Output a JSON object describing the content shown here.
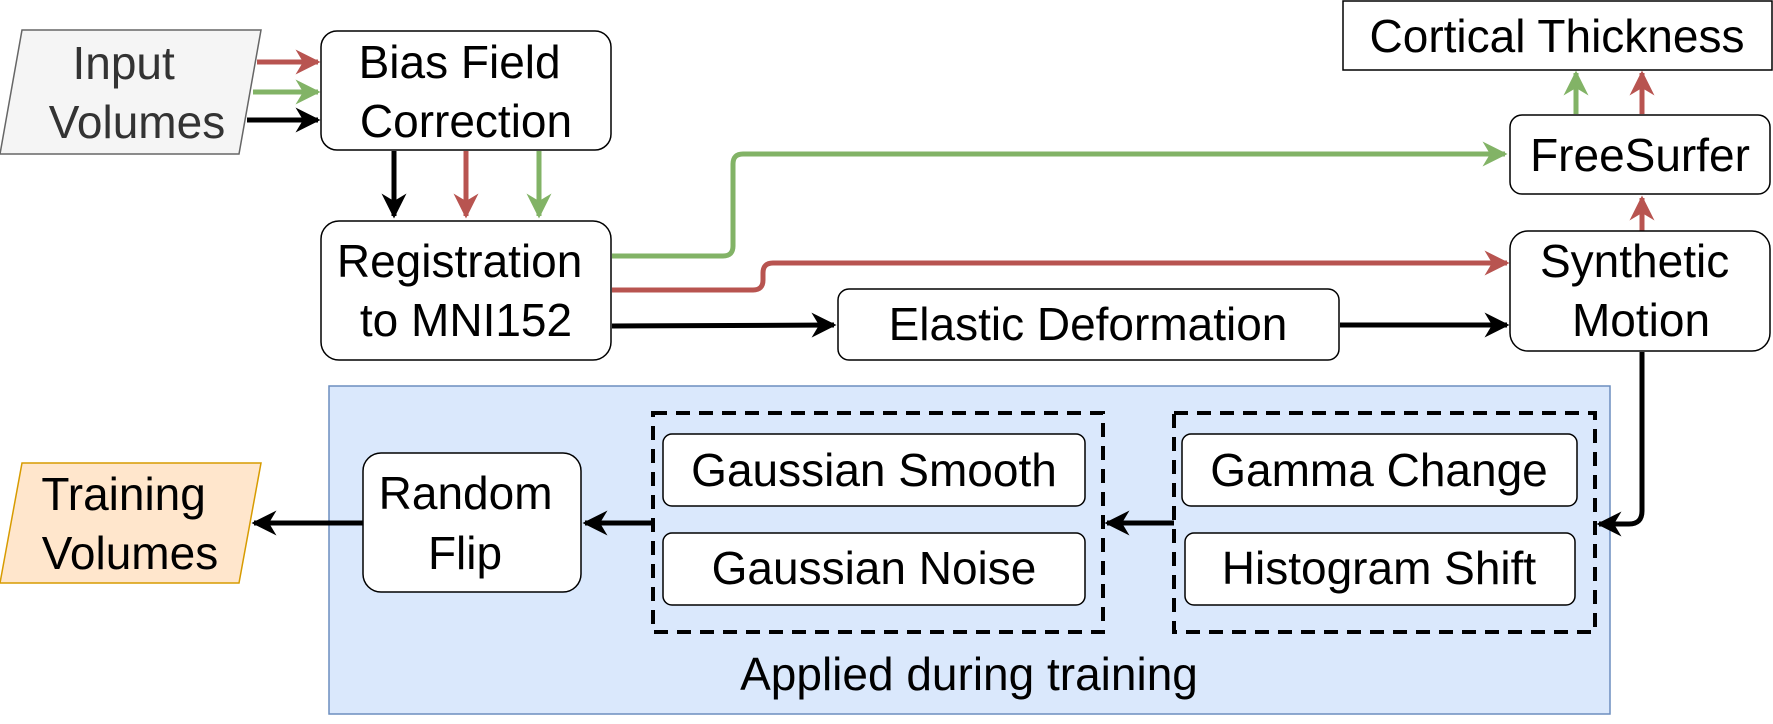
{
  "colors": {
    "black": "#000000",
    "red": "#b85450",
    "green": "#82b366",
    "input_fill": "#f5f5f5",
    "input_stroke": "#666666",
    "training_fill": "#ffe6cc",
    "training_stroke": "#d79b00",
    "region_fill": "#dae8fc",
    "region_stroke": "#6c8ebf"
  },
  "nodes": {
    "input_volumes": [
      "Input",
      "Volumes"
    ],
    "bias_field": [
      "Bias Field",
      "Correction"
    ],
    "registration": [
      "Registration",
      "to MNI152"
    ],
    "elastic": "Elastic Deformation",
    "synthetic_motion": [
      "Synthetic",
      "Motion"
    ],
    "freesurfer": "FreeSurfer",
    "cortical": "Cortical Thickness",
    "gaussian_smooth": "Gaussian Smooth",
    "gaussian_noise": "Gaussian Noise",
    "gamma_change": "Gamma Change",
    "histogram_shift": "Histogram Shift",
    "random_flip": [
      "Random",
      "Flip"
    ],
    "training_volumes": [
      "Training",
      "Volumes"
    ]
  },
  "region_label": "Applied during training"
}
